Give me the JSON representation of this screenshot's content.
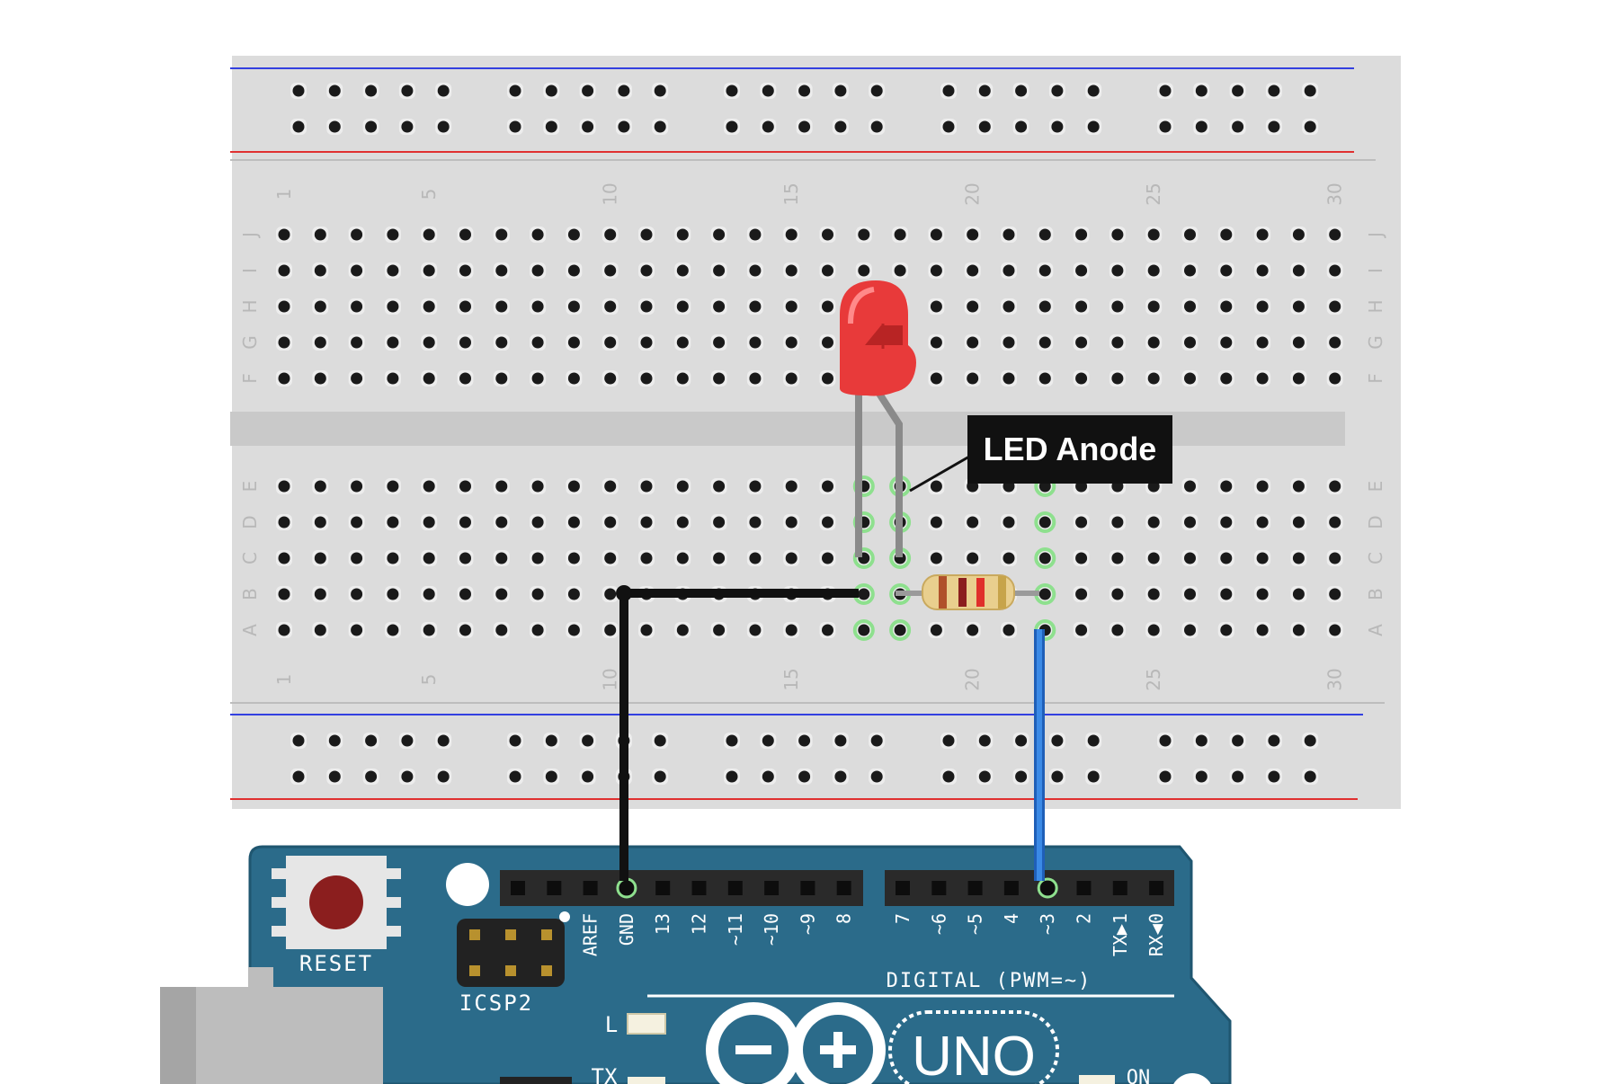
{
  "breadboard": {
    "column_labels": [
      "1",
      "5",
      "10",
      "15",
      "20",
      "25",
      "30"
    ],
    "row_labels_top": [
      "J",
      "I",
      "H",
      "G",
      "F"
    ],
    "row_labels_bottom": [
      "E",
      "D",
      "C",
      "B",
      "A"
    ]
  },
  "callout": {
    "text": "LED Anode"
  },
  "arduino": {
    "reset_label": "RESET",
    "icsp_label": "ICSP2",
    "digital_label": "DIGITAL (PWM=~)",
    "l_label": "L",
    "tx_label": "TX",
    "on_label": "ON",
    "logo_text": "UNO",
    "header_left_pins": [
      "AREF",
      "GND",
      "13",
      "12",
      "~11",
      "~10",
      "~9",
      "8"
    ],
    "header_right_pins": [
      "7",
      "~6",
      "~5",
      "4",
      "~3",
      "2",
      "TX▶1",
      "RX◀0"
    ]
  },
  "colors": {
    "board_teal": "#2b6b8a",
    "wire_ground": "#111111",
    "wire_signal": "#2f7bd6",
    "led_red": "#e83a3a",
    "rail_blue": "#3340e0",
    "rail_red": "#e03030",
    "highlight_green": "#8ee08e"
  }
}
